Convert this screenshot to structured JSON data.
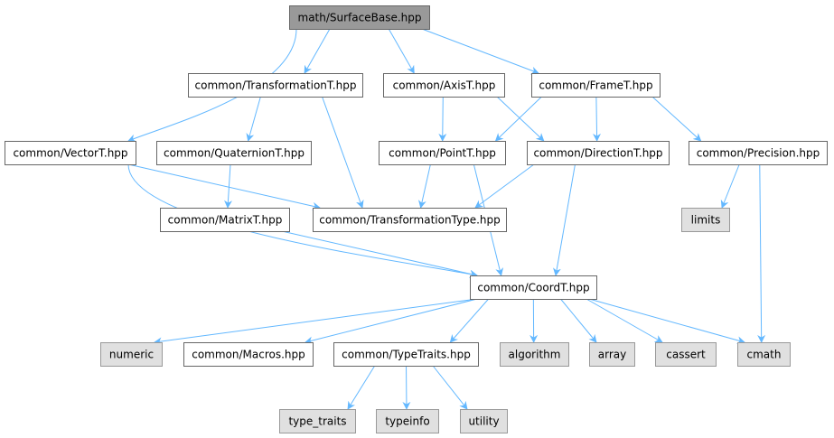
{
  "palette": {
    "edge": "#63b8ff",
    "root_fill": "#999999",
    "root_stroke": "#666666",
    "header_fill": "#ffffff",
    "header_stroke": "#666666",
    "system_fill": "#e0e0e0",
    "system_stroke": "#999999"
  },
  "nodes": [
    {
      "id": "surfacebase",
      "label": "math/SurfaceBase.hpp",
      "kind": "root"
    },
    {
      "id": "transformationt",
      "label": "common/TransformationT.hpp",
      "kind": "header"
    },
    {
      "id": "axist",
      "label": "common/AxisT.hpp",
      "kind": "header"
    },
    {
      "id": "framet",
      "label": "common/FrameT.hpp",
      "kind": "header"
    },
    {
      "id": "vectort",
      "label": "common/VectorT.hpp",
      "kind": "header"
    },
    {
      "id": "quaterniont",
      "label": "common/QuaternionT.hpp",
      "kind": "header"
    },
    {
      "id": "pointt",
      "label": "common/PointT.hpp",
      "kind": "header"
    },
    {
      "id": "directiont",
      "label": "common/DirectionT.hpp",
      "kind": "header"
    },
    {
      "id": "precision",
      "label": "common/Precision.hpp",
      "kind": "header"
    },
    {
      "id": "matrixt",
      "label": "common/MatrixT.hpp",
      "kind": "header"
    },
    {
      "id": "transformationtype",
      "label": "common/TransformationType.hpp",
      "kind": "header"
    },
    {
      "id": "limits",
      "label": "limits",
      "kind": "system"
    },
    {
      "id": "coordt",
      "label": "common/CoordT.hpp",
      "kind": "header"
    },
    {
      "id": "numeric",
      "label": "numeric",
      "kind": "system"
    },
    {
      "id": "macros",
      "label": "common/Macros.hpp",
      "kind": "header"
    },
    {
      "id": "typetraits",
      "label": "common/TypeTraits.hpp",
      "kind": "header"
    },
    {
      "id": "algorithm",
      "label": "algorithm",
      "kind": "system"
    },
    {
      "id": "array",
      "label": "array",
      "kind": "system"
    },
    {
      "id": "cassert",
      "label": "cassert",
      "kind": "system"
    },
    {
      "id": "cmath",
      "label": "cmath",
      "kind": "system"
    },
    {
      "id": "type_traits",
      "label": "type_traits",
      "kind": "system"
    },
    {
      "id": "typeinfo",
      "label": "typeinfo",
      "kind": "system"
    },
    {
      "id": "utility",
      "label": "utility",
      "kind": "system"
    }
  ],
  "edges": [
    {
      "from": "surfacebase",
      "to": "vectort"
    },
    {
      "from": "surfacebase",
      "to": "transformationt"
    },
    {
      "from": "surfacebase",
      "to": "axist"
    },
    {
      "from": "surfacebase",
      "to": "framet"
    },
    {
      "from": "transformationt",
      "to": "quaterniont"
    },
    {
      "from": "transformationt",
      "to": "transformationtype"
    },
    {
      "from": "axist",
      "to": "pointt"
    },
    {
      "from": "axist",
      "to": "directiont"
    },
    {
      "from": "framet",
      "to": "pointt"
    },
    {
      "from": "framet",
      "to": "directiont"
    },
    {
      "from": "framet",
      "to": "precision"
    },
    {
      "from": "vectort",
      "to": "transformationtype"
    },
    {
      "from": "vectort",
      "to": "coordt"
    },
    {
      "from": "quaterniont",
      "to": "matrixt"
    },
    {
      "from": "matrixt",
      "to": "coordt"
    },
    {
      "from": "pointt",
      "to": "transformationtype"
    },
    {
      "from": "pointt",
      "to": "coordt"
    },
    {
      "from": "directiont",
      "to": "transformationtype"
    },
    {
      "from": "directiont",
      "to": "coordt"
    },
    {
      "from": "precision",
      "to": "limits"
    },
    {
      "from": "precision",
      "to": "cmath"
    },
    {
      "from": "coordt",
      "to": "numeric"
    },
    {
      "from": "coordt",
      "to": "macros"
    },
    {
      "from": "coordt",
      "to": "typetraits"
    },
    {
      "from": "coordt",
      "to": "algorithm"
    },
    {
      "from": "coordt",
      "to": "array"
    },
    {
      "from": "coordt",
      "to": "cassert"
    },
    {
      "from": "coordt",
      "to": "cmath"
    },
    {
      "from": "typetraits",
      "to": "type_traits"
    },
    {
      "from": "typetraits",
      "to": "typeinfo"
    },
    {
      "from": "typetraits",
      "to": "utility"
    }
  ]
}
